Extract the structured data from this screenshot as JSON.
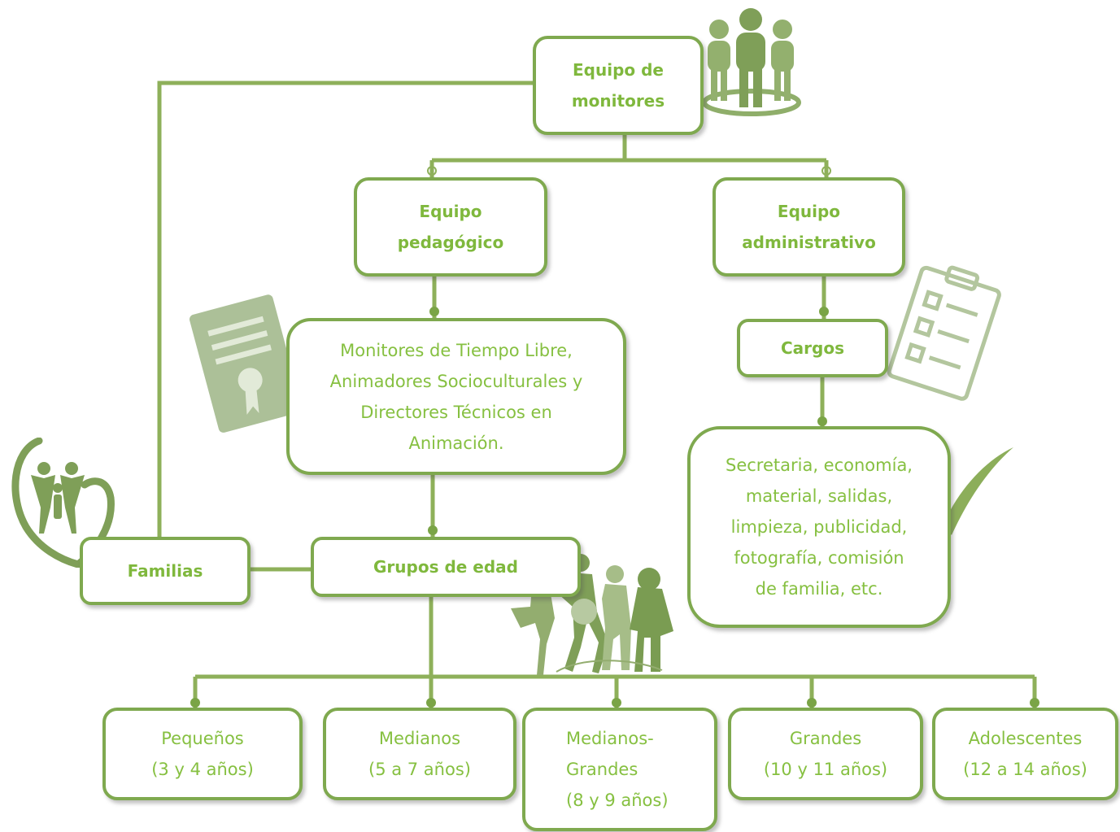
{
  "nodes": {
    "equipo_monitores": [
      "Equipo de",
      "monitores"
    ],
    "equipo_pedagogico": [
      "Equipo",
      "pedagógico"
    ],
    "equipo_administrativo": [
      "Equipo",
      "administrativo"
    ],
    "monitores_desc": [
      "Monitores de Tiempo Libre,",
      "Animadores Socioculturales y",
      "Directores Técnicos en",
      "Animación."
    ],
    "cargos": "Cargos",
    "cargos_desc": [
      "Secretaria, economía,",
      "material, salidas,",
      "limpieza, publicidad,",
      "fotografía, comisión",
      "de familia, etc."
    ],
    "familias": "Familias",
    "grupos_edad": "Grupos de edad",
    "groups": [
      [
        "Pequeños",
        "(3 y 4 años)"
      ],
      [
        "Medianos",
        "(5 a 7 años)"
      ],
      [
        "Medianos-",
        "Grandes",
        "(8 y 9 años)"
      ],
      [
        "Grandes",
        "(10 y 11 años)"
      ],
      [
        "Adolescentes",
        "(12  a 14 años)"
      ]
    ]
  },
  "colors": {
    "border": "#7fa94f",
    "text": "#7fb83d",
    "line": "#8eb05a",
    "icon": "#8fae6a"
  },
  "icons": [
    "people-group-icon",
    "certificate-icon",
    "clipboard-checklist-icon",
    "checkmark-icon",
    "family-heart-icon",
    "children-playing-icon"
  ]
}
